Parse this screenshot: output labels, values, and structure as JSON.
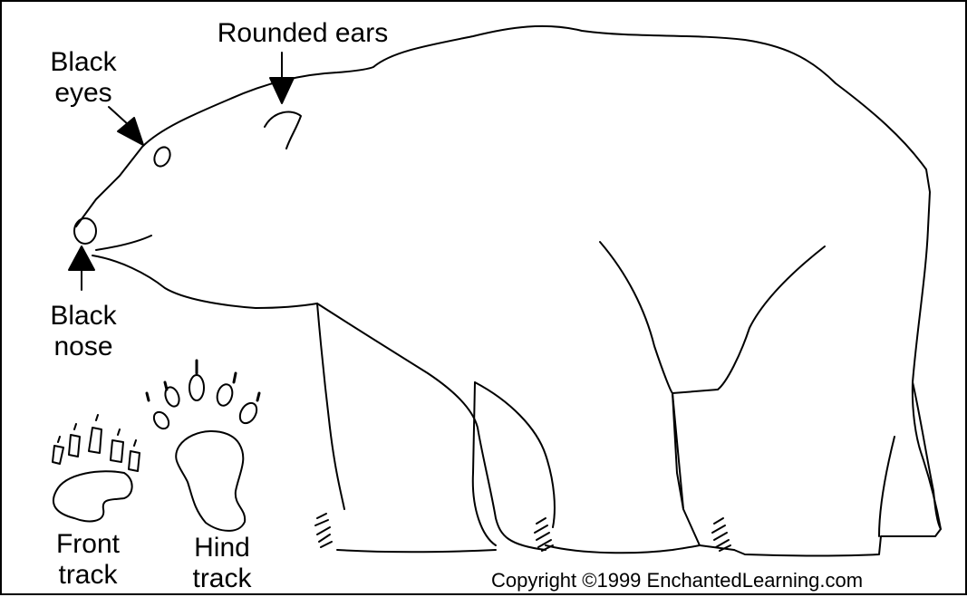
{
  "labels": {
    "black_eyes_line1": "Black",
    "black_eyes_line2": "eyes",
    "rounded_ears": "Rounded ears",
    "black_nose_line1": "Black",
    "black_nose_line2": "nose",
    "front_track_line1": "Front",
    "front_track_line2": "track",
    "hind_track_line1": "Hind",
    "hind_track_line2": "track"
  },
  "copyright": "Copyright ©1999 EnchantedLearning.com",
  "colors": {
    "line": "#000000",
    "background": "#ffffff"
  }
}
